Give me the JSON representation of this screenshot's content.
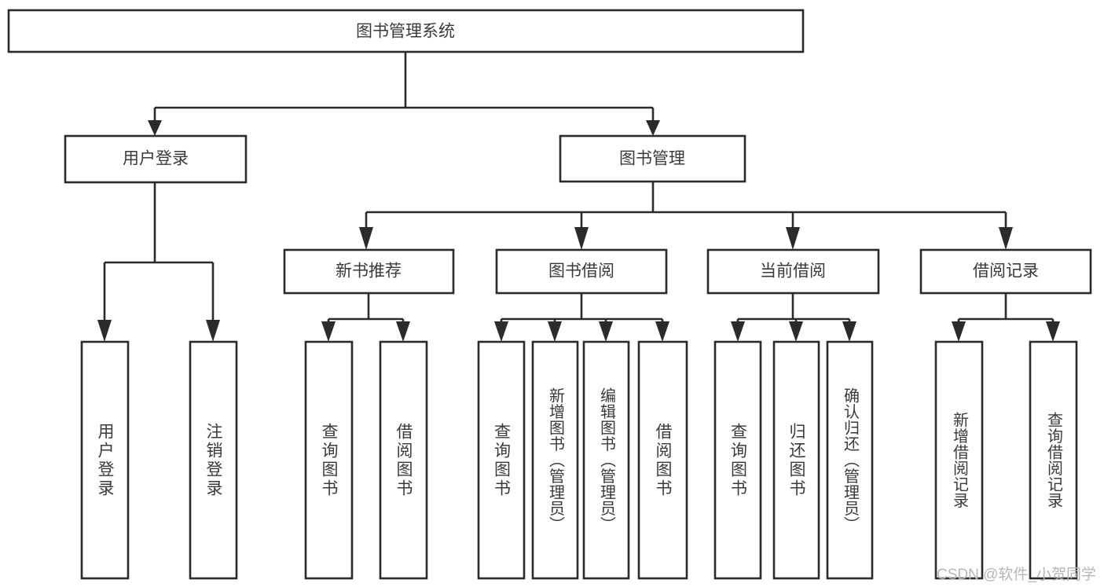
{
  "diagram": {
    "title": "图书管理系统",
    "type": "tree-hierarchy-diagram",
    "root": {
      "id": "root",
      "label": "图书管理系统"
    },
    "level1": [
      {
        "id": "user-login",
        "label": "用户登录"
      },
      {
        "id": "book-manage",
        "label": "图书管理"
      }
    ],
    "level2": [
      {
        "id": "new-book-recommend",
        "label": "新书推荐",
        "parent": "book-manage"
      },
      {
        "id": "book-borrow",
        "label": "图书借阅",
        "parent": "book-manage"
      },
      {
        "id": "current-borrow",
        "label": "当前借阅",
        "parent": "book-manage"
      },
      {
        "id": "borrow-record",
        "label": "借阅记录",
        "parent": "book-manage"
      }
    ],
    "leaves": [
      {
        "id": "leaf-user-login",
        "label": "用户登录",
        "parent": "user-login"
      },
      {
        "id": "leaf-user-logout",
        "label": "注销登录",
        "parent": "user-login"
      },
      {
        "id": "leaf-query-book-1",
        "label": "查询图书",
        "parent": "new-book-recommend"
      },
      {
        "id": "leaf-borrow-book-1",
        "label": "借阅图书",
        "parent": "new-book-recommend"
      },
      {
        "id": "leaf-query-book-2",
        "label": "查询图书",
        "parent": "book-borrow"
      },
      {
        "id": "leaf-add-book",
        "label": "新增图书（管理员）",
        "parent": "book-borrow"
      },
      {
        "id": "leaf-edit-book",
        "label": "编辑图书（管理员）",
        "parent": "book-borrow"
      },
      {
        "id": "leaf-borrow-book-2",
        "label": "借阅图书",
        "parent": "book-borrow"
      },
      {
        "id": "leaf-query-book-3",
        "label": "查询图书",
        "parent": "current-borrow"
      },
      {
        "id": "leaf-return-book",
        "label": "归还图书",
        "parent": "current-borrow"
      },
      {
        "id": "leaf-confirm-return",
        "label": "确认归还（管理员）",
        "parent": "current-borrow"
      },
      {
        "id": "leaf-add-record",
        "label": "新增借阅记录",
        "parent": "borrow-record"
      },
      {
        "id": "leaf-query-record",
        "label": "查询借阅记录",
        "parent": "borrow-record"
      }
    ],
    "watermark": "CSDN @软件_小贺同学",
    "colors": {
      "stroke": "#2b2b2b",
      "box_fill": "#ffffff",
      "text": "#3a3a3a",
      "watermark": "#b6b6b6",
      "background": "#ffffff"
    }
  }
}
